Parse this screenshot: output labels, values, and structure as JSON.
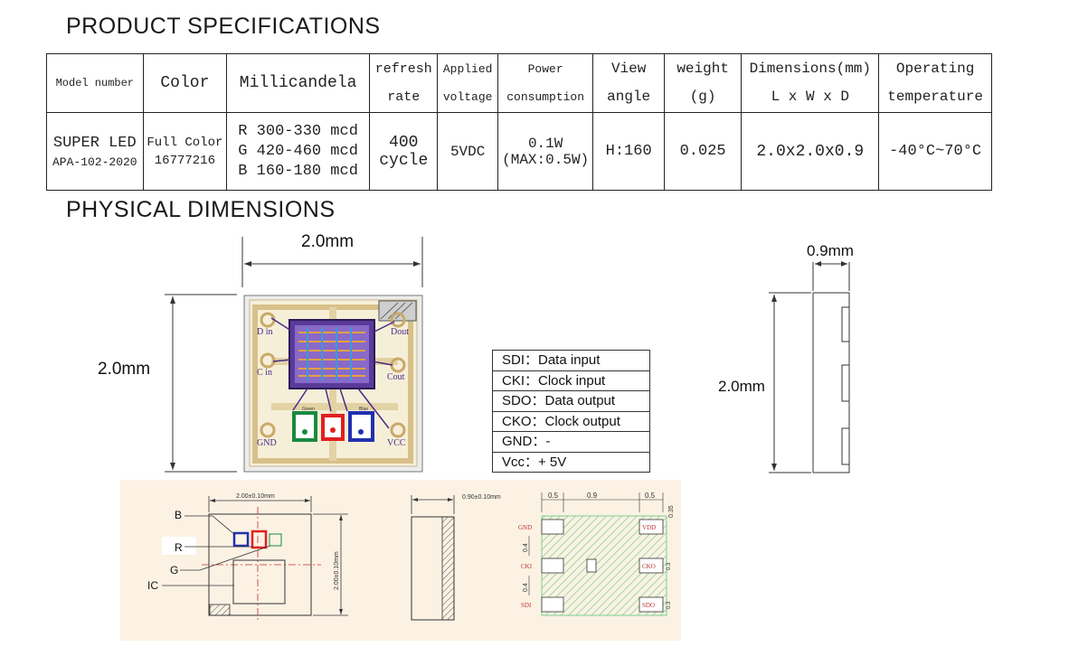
{
  "headings": {
    "product_specs": "PRODUCT SPECIFICATIONS",
    "physical_dims": "PHYSICAL DIMENSIONS"
  },
  "spec_table": {
    "header": {
      "model": "Model number",
      "color": "Color",
      "mcd": "Millicandela",
      "refresh_1": "refresh",
      "refresh_2": "rate",
      "voltage_1": "Applied",
      "voltage_2": "voltage",
      "power_1": "Power",
      "power_2": "consumption",
      "view_1": "View",
      "view_2": "angle",
      "weight_1": "weight",
      "weight_2": "(g)",
      "dims_1": "Dimensions(mm)",
      "dims_2": "L x W x D",
      "temp_1": "Operating",
      "temp_2": "temperature"
    },
    "row": {
      "model_1": "SUPER LED",
      "model_2": "APA-102-2020",
      "color_1": "Full Color",
      "color_2": "16777216",
      "mcd_r": "R 300-330 mcd",
      "mcd_g": "G 420-460 mcd",
      "mcd_b": "B 160-180 mcd",
      "refresh_1": "400",
      "refresh_2": "cycle",
      "voltage": "5VDC",
      "power_1": "0.1W",
      "power_2": "(MAX:0.5W)",
      "view": "H:160",
      "weight": "0.025",
      "dims": "2.0x2.0x0.9",
      "temp": "-40°C~70°C"
    }
  },
  "photo_dims": {
    "width": "2.0mm",
    "height": "2.0mm",
    "side_width": "0.9mm",
    "side_height": "2.0mm"
  },
  "chip_labels": {
    "din": "D in",
    "dout": "Dout",
    "cin": "C in",
    "cout": "Cout",
    "gnd": "GND",
    "vcc": "VCC",
    "green": "Green",
    "blue": "Blue"
  },
  "pin_legend": [
    "SDI：Data input",
    "CKI：Clock input",
    "SDO：Data output",
    "CKO：Clock output",
    "GND：-",
    "Vcc：+ 5V"
  ],
  "drawing": {
    "top_width": "2.00±0.10mm",
    "top_height": "2.00±0.10mm",
    "side_width": "0.90±0.10mm",
    "label_b": "B",
    "label_r": "R",
    "label_g": "G",
    "label_ic": "IC",
    "pad_05a": "0.5",
    "pad_09": "0.9",
    "pad_05b": "0.5",
    "pad_035": "0.35",
    "pad_04a": "0.4",
    "pad_04b": "0.4",
    "pin_gnd": "GND",
    "pin_cki": "CKI",
    "pin_sdi": "SDI",
    "pin_vdd": "VDD",
    "pin_cko": "CKO",
    "pin_sdo": "SDO",
    "pad_03a": "0.3",
    "pad_03b": "0.3"
  },
  "colors": {
    "pad_gold": "#d8c08a",
    "die_purple": "#5a3a9a",
    "red_led": "#e02020",
    "green_led": "#1a8a40",
    "blue_led": "#2030b0",
    "panel_bg": "#fbf2e4",
    "hatch_green": "#7fcf8f"
  }
}
